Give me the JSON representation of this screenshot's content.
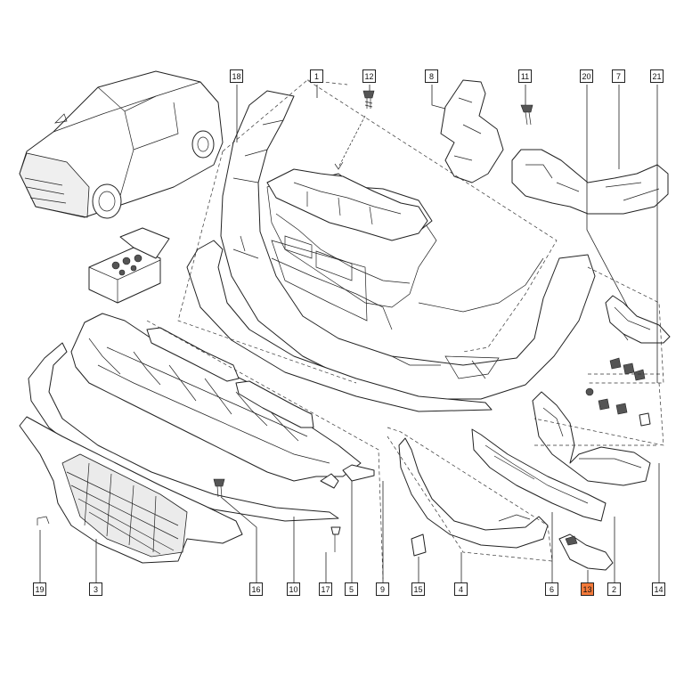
{
  "diagram": {
    "highlight_color": "#f47a3a",
    "callouts": [
      {
        "id": "c18",
        "label": "18"
      },
      {
        "id": "c1",
        "label": "1"
      },
      {
        "id": "c12",
        "label": "12"
      },
      {
        "id": "c8",
        "label": "8"
      },
      {
        "id": "c11",
        "label": "11"
      },
      {
        "id": "c20",
        "label": "20"
      },
      {
        "id": "c7",
        "label": "7"
      },
      {
        "id": "c21",
        "label": "21"
      },
      {
        "id": "c19",
        "label": "19"
      },
      {
        "id": "c3",
        "label": "3"
      },
      {
        "id": "c16",
        "label": "16"
      },
      {
        "id": "c10",
        "label": "10"
      },
      {
        "id": "c17",
        "label": "17"
      },
      {
        "id": "c5",
        "label": "5"
      },
      {
        "id": "c9",
        "label": "9"
      },
      {
        "id": "c15",
        "label": "15"
      },
      {
        "id": "c4",
        "label": "4"
      },
      {
        "id": "c6",
        "label": "6"
      },
      {
        "id": "c13",
        "label": "13",
        "highlighted": true
      },
      {
        "id": "c2",
        "label": "2"
      },
      {
        "id": "c14",
        "label": "14"
      }
    ]
  }
}
